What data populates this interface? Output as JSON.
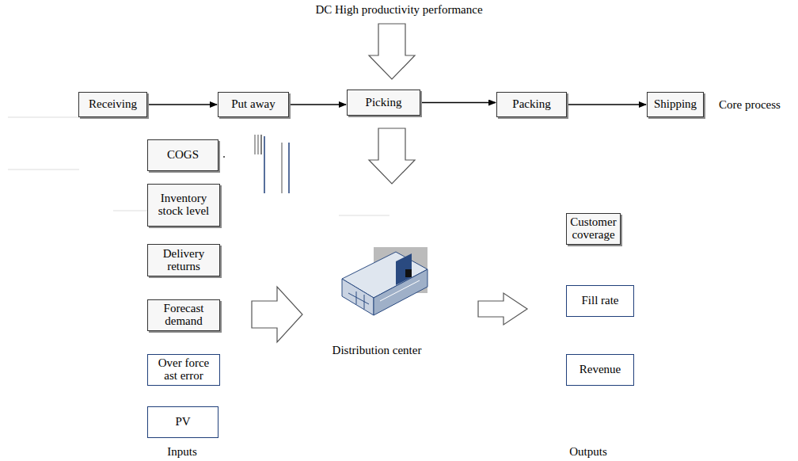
{
  "diagram": {
    "title": "DC High productivity performance",
    "nodes": [
      {
        "text": [
          "Receiving"
        ]
      },
      {
        "text": [
          "Put away"
        ]
      },
      {
        "text": [
          "Picking"
        ]
      },
      {
        "text": [
          "Packing"
        ]
      },
      {
        "text": [
          "Shipping"
        ]
      },
      {
        "text": [
          "COGS"
        ]
      },
      {
        "text": [
          "Inventory stock level"
        ]
      },
      {
        "text": [
          "Delivery returns"
        ]
      },
      {
        "text": [
          "Forecast demand"
        ]
      },
      {
        "text": [
          "Over force ast error"
        ]
      },
      {
        "text": [
          "PV"
        ]
      },
      {
        "text": [
          "Customer coverage"
        ]
      },
      {
        "text": [
          "Fill rate"
        ]
      },
      {
        "text": [
          "Revenue"
        ]
      }
    ],
    "edges": [
      {
        "from": 0,
        "to": 1,
        "arrow": "to"
      },
      {
        "from": 1,
        "to": 2,
        "arrow": "to"
      },
      {
        "from": 2,
        "to": 3,
        "arrow": "to"
      },
      {
        "from": 3,
        "to": 4,
        "arrow": "to"
      }
    ],
    "labels": [
      "Core process",
      "Distribution center",
      "Inputs",
      "Outputs"
    ]
  }
}
